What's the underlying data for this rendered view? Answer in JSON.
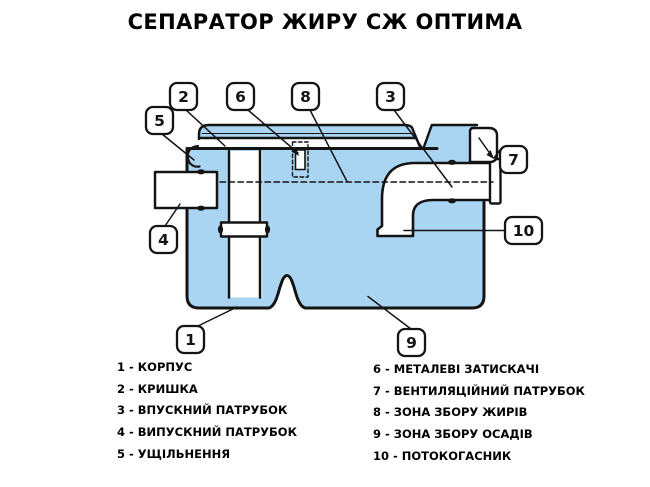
{
  "title": "СЕПАРАТОР ЖИРУ СЖ ОПТИМА",
  "colors": {
    "background": "#ffffff",
    "tank_fill": "#a9d5f2",
    "outline": "#141414",
    "callout_fill": "#ffffff"
  },
  "diagram": {
    "callouts": {
      "n1": "1",
      "n2": "2",
      "n3": "3",
      "n4": "4",
      "n5": "5",
      "n6": "6",
      "n7": "7",
      "n8": "8",
      "n9": "9",
      "n10": "10"
    }
  },
  "legend": {
    "left": [
      "1 - КОРПУС",
      "2 - КРИШКА",
      "3 - ВПУСКНИЙ ПАТРУБОК",
      "4 - ВИПУСКНИЙ ПАТРУБОК",
      "5 - УЩІЛЬНЕННЯ"
    ],
    "right": [
      "6 - МЕТАЛЕВІ ЗАТИСКАЧІ",
      "7 - ВЕНТИЛЯЦІЙНИЙ ПАТРУБОК",
      "8 - ЗОНА ЗБОРУ ЖИРІВ",
      "9 - ЗОНА ЗБОРУ ОСАДІВ",
      "10 - ПОТОКОГАСНИК"
    ]
  }
}
